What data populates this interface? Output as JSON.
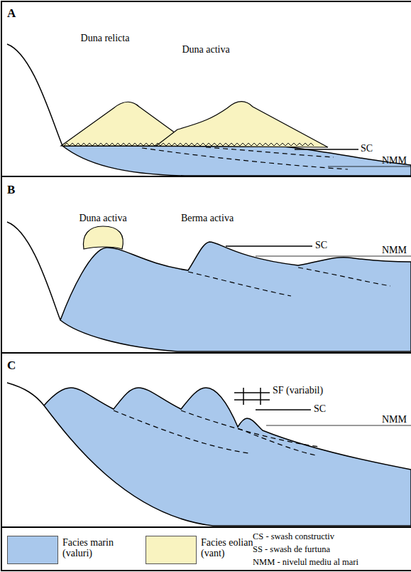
{
  "diagram": {
    "labels": [
      "A",
      "Duna relicta",
      "Duna activa",
      "SC",
      "NMM",
      "B",
      "Duna activa",
      "Berma activa",
      "SC",
      "NMM",
      "C",
      "SF (variabil)",
      "SC",
      "NMM",
      "CS - swash constructiv",
      "SS - swash de furtuna",
      "NMM - nivelul mediu al mari"
    ],
    "legend": [
      {
        "text": "Facies marin (valuri)",
        "color": "#a9c8ec"
      },
      {
        "text": "Facies eolian (vant)",
        "color": "#f9f3c0"
      }
    ]
  }
}
